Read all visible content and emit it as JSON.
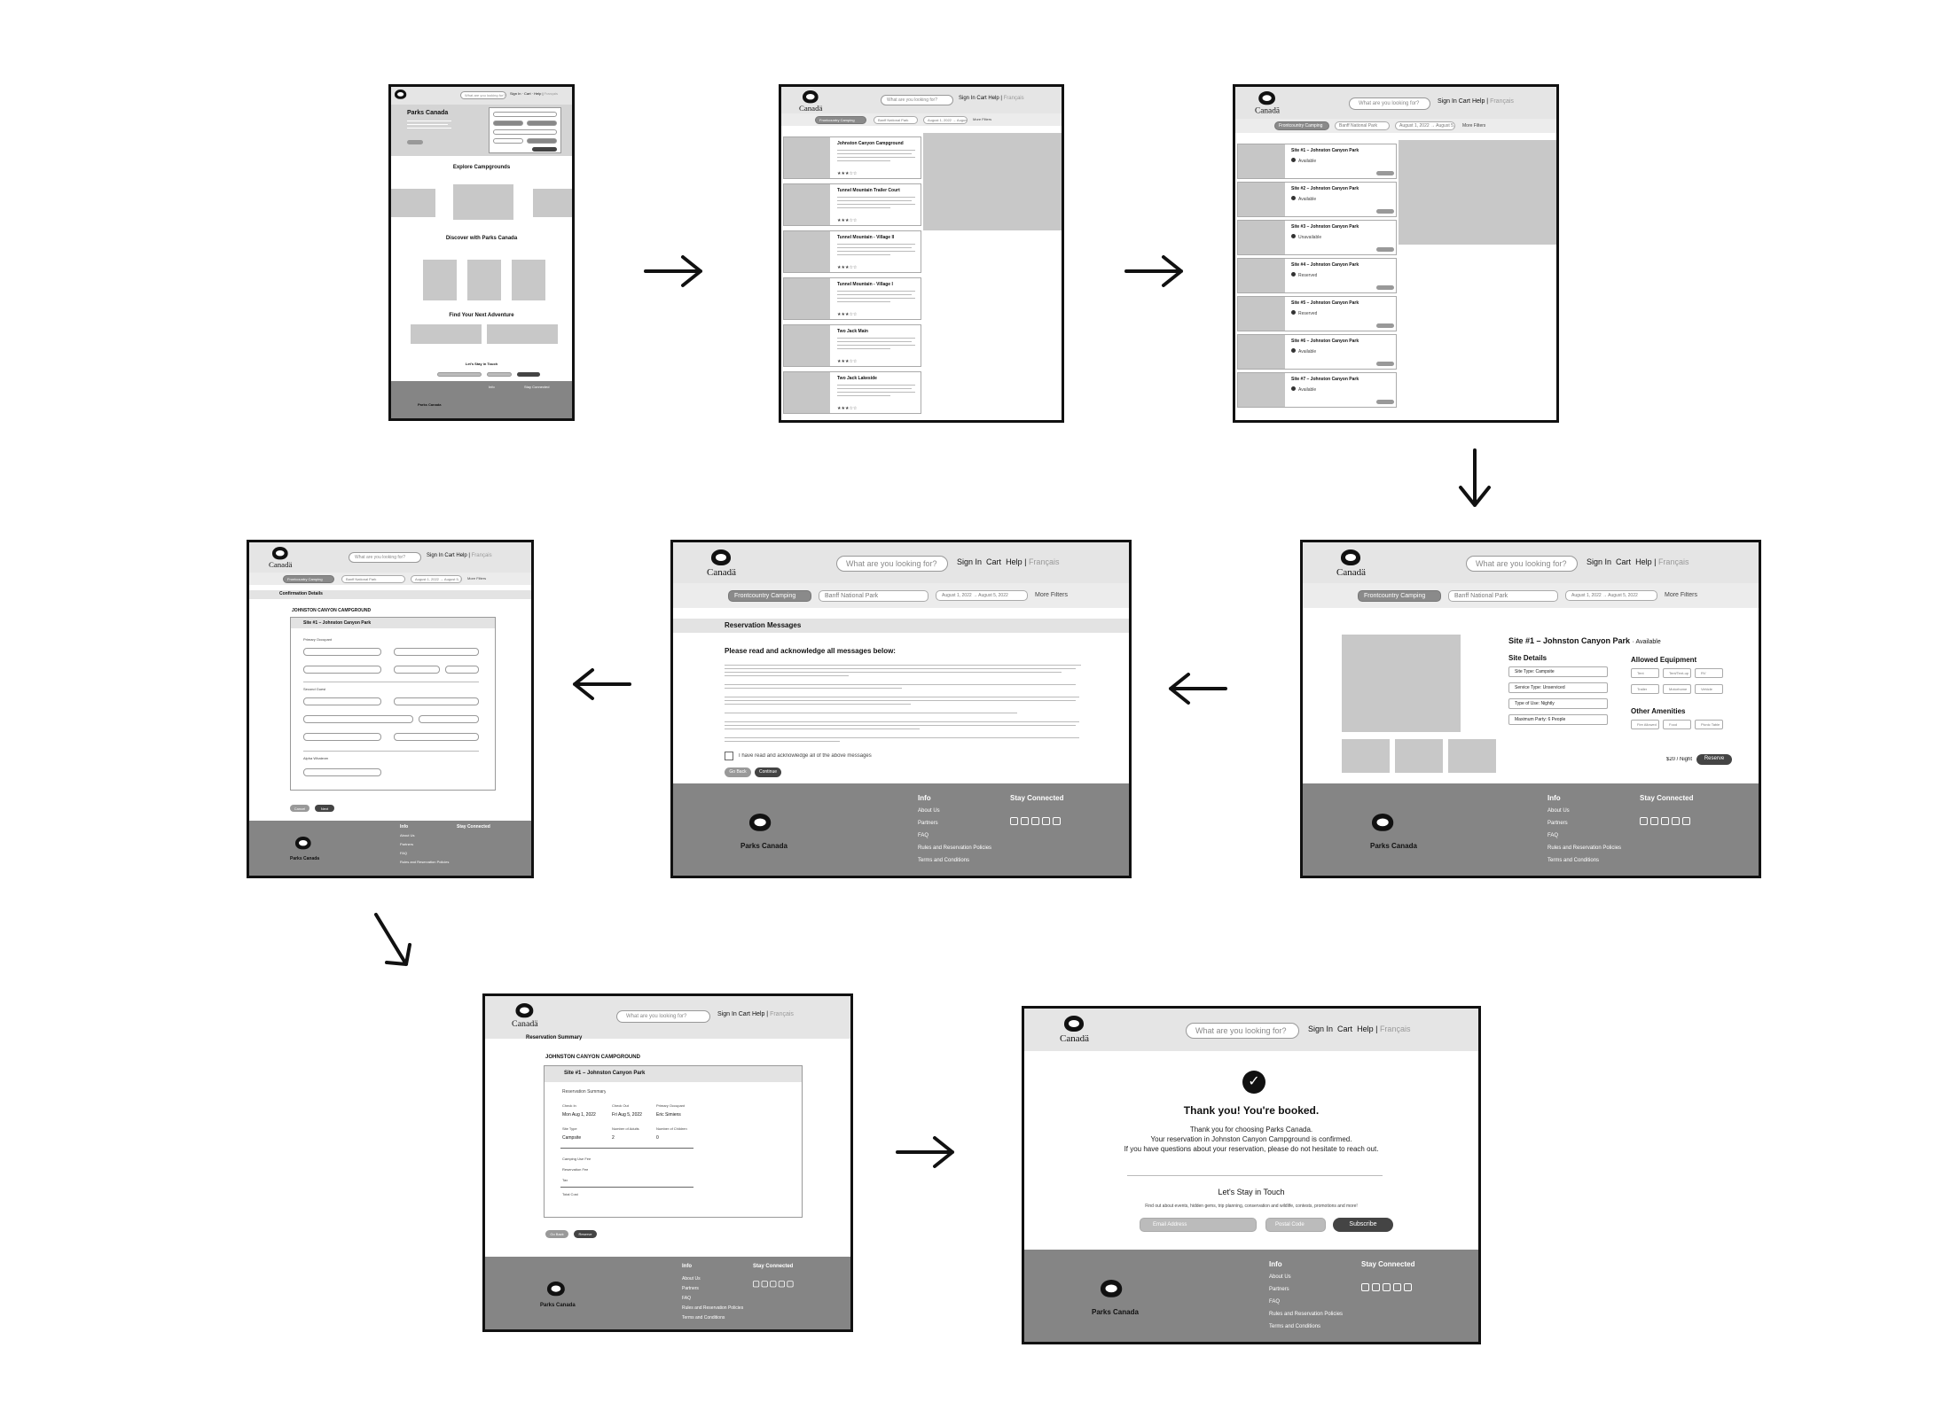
{
  "header": {
    "wordmark": "Canadä",
    "search_placeholder": "What are you looking for?",
    "sign_in": "Sign In",
    "cart": "Cart",
    "help": "Help",
    "french": "Français"
  },
  "filters": {
    "type": "Frontcountry Camping",
    "park": "Banff National Park",
    "dates": "August 1, 2022  →  August 5, 2022",
    "more": "More Filters"
  },
  "home": {
    "hero_title": "Parks Canada",
    "explore": "Explore Campgrounds",
    "discover": "Discover with Parks Canada",
    "adventure": "Find Your Next Adventure",
    "stay": "Let's Stay in Touch"
  },
  "campgrounds": [
    "Johnston Canyon Campground",
    "Tunnel Mountain Trailer Court",
    "Tunnel Mountain - Village II",
    "Tunnel Mountain - Village I",
    "Two Jack Main",
    "Two Jack Lakeside"
  ],
  "sites": [
    {
      "name": "Site #1 – Johnston Canyon Park",
      "status": "Available"
    },
    {
      "name": "Site #2 – Johnston Canyon Park",
      "status": "Available"
    },
    {
      "name": "Site #3 – Johnston Canyon Park",
      "status": "Unavailable"
    },
    {
      "name": "Site #4 – Johnston Canyon Park",
      "status": "Reserved"
    },
    {
      "name": "Site #5 – Johnston Canyon Park",
      "status": "Reserved"
    },
    {
      "name": "Site #6 – Johnston Canyon Park",
      "status": "Available"
    },
    {
      "name": "Site #7 – Johnston Canyon Park",
      "status": "Available"
    }
  ],
  "site_detail": {
    "title": "Site #1 – Johnston Canyon Park",
    "status": "· Available",
    "details_heading": "Site Details",
    "details": [
      "Site Type: Campsite",
      "Service Type: Unserviced",
      "Type of Use: Nightly",
      "Maximum Party: 6 People"
    ],
    "equipment_heading": "Allowed Equipment",
    "equipment": [
      "Tent",
      "Tent/Tent-up",
      "RV",
      "Trailer",
      "Motorhome",
      "Vehicle"
    ],
    "amenities_heading": "Other Amenities",
    "amenities": [
      "Fire Allowed",
      "Food",
      "Picnic Table"
    ],
    "price": "$20 / Night",
    "reserve": "Reserve"
  },
  "messages": {
    "bar_title": "Reservation Messages",
    "heading": "Please read and acknowledge all messages below:",
    "ack": "I have read and acknowledge all of the above messages",
    "back": "Go Back",
    "continue": "Continue"
  },
  "confirmation": {
    "bar_title": "Confirmation Details",
    "campground": "JOHNSTON CANYON CAMPGROUND",
    "site": "Site #1 – Johnston Canyon Park",
    "primary": "Primary Occupant",
    "second": "Second Guest",
    "alpha": "Alpha Whatever",
    "cancel": "Cancel",
    "next": "Next"
  },
  "summary": {
    "bar_title": "Reservation Summary",
    "campground": "JOHNSTON CANYON CAMPGROUND",
    "site": "Site #1 – Johnston Canyon Park",
    "sub": "Reservation Summary",
    "labels": [
      "Check In",
      "Check Out",
      "Primary Occupant"
    ],
    "values": [
      "Mon Aug 1, 2022",
      "Fri Aug 5, 2022",
      "Eric Simiens"
    ],
    "labels2": [
      "Site Type",
      "Number of Adults",
      "Number of Children"
    ],
    "values2": [
      "Campsite",
      "2",
      "0"
    ],
    "fees": [
      "Camping Use Fee",
      "Reservation Fee",
      "Tax",
      "Total Cost"
    ],
    "back": "Go Back",
    "reserve": "Reserve"
  },
  "booked": {
    "title": "Thank you! You're booked.",
    "l1": "Thank you for choosing Parks Canada.",
    "l2": "Your reservation in Johnston Canyon Campground is confirmed.",
    "l3": "If you have questions about your reservation, please do not hesitate to reach out.",
    "stay": "Let's Stay in Touch",
    "stay_sub": "Find out about events, hidden gems, trip planning, conservation and wildlife, contests, promotions and more!",
    "email": "Email Address",
    "postal": "Postal Code",
    "subscribe": "Subscribe"
  },
  "footer": {
    "brand": "Parks Canada",
    "info": "Info",
    "connected": "Stay Connected",
    "links": [
      "About Us",
      "Partners",
      "FAQ",
      "Rules and Reservation Policies",
      "Terms and Conditions"
    ]
  }
}
